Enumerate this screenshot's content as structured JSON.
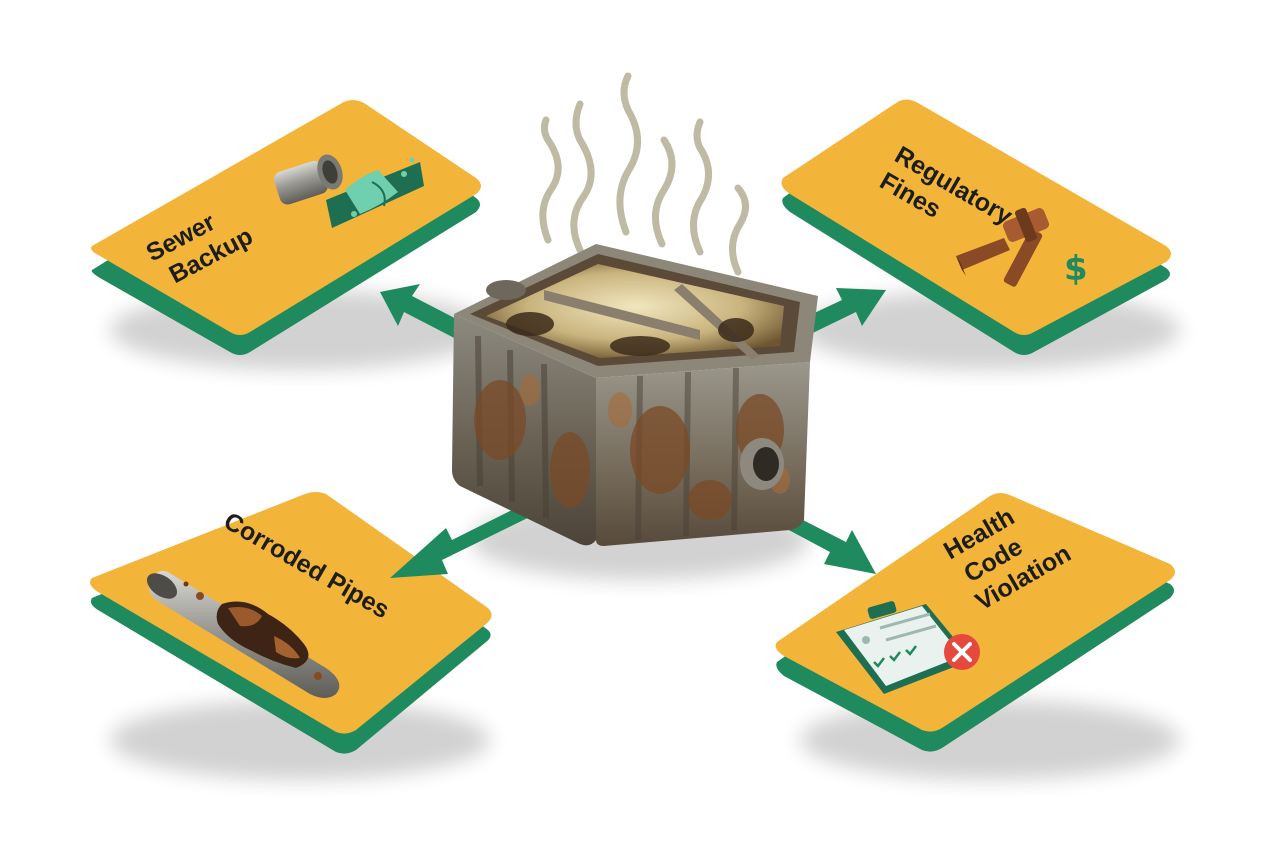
{
  "diagram": {
    "center": {
      "name": "grease-trap",
      "icon": "grease-trap-icon"
    },
    "cards": [
      {
        "id": "sewer-backup",
        "lines": [
          "Sewer",
          "Backup"
        ],
        "icon": "overflowing-pipe-icon"
      },
      {
        "id": "regulatory-fines",
        "lines": [
          "Regulatory",
          "Fines"
        ],
        "icon": "gavel-dollar-icon"
      },
      {
        "id": "corroded-pipes",
        "lines": [
          "Corroded Pipes"
        ],
        "icon": "corroded-pipe-icon"
      },
      {
        "id": "health-code-violation",
        "lines": [
          "Health",
          "Code",
          "Violation"
        ],
        "icon": "clipboard-x-icon"
      }
    ],
    "colors": {
      "card_top": "#F2B53A",
      "card_side": "#1E8A5E",
      "arrow": "#1E8A5E",
      "rust": "#7A4A26",
      "grease": "#E8D9A8",
      "steam": "#B8B39A"
    }
  }
}
